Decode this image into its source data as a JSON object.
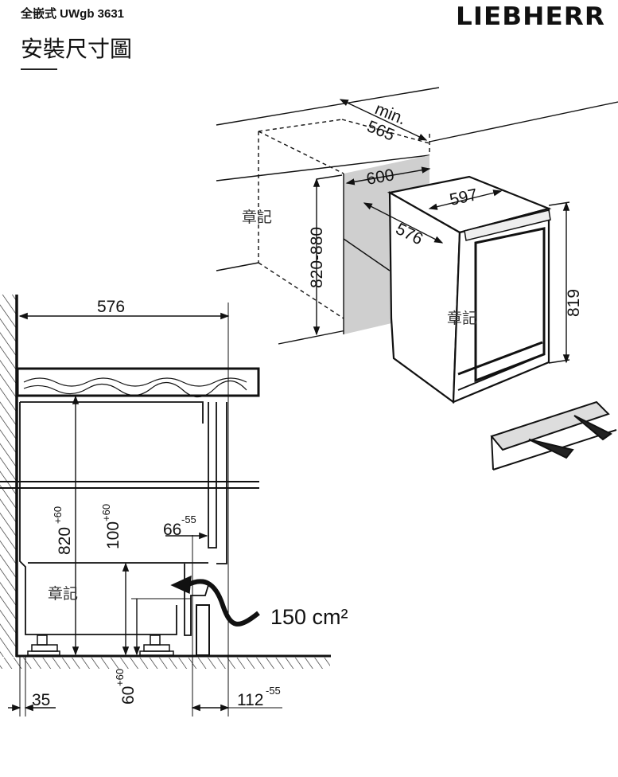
{
  "header": {
    "model": "全嵌式 UWgb 3631",
    "brand": "LIEBHERR",
    "title": "安裝尺寸圖"
  },
  "top_view": {
    "min_label": "min.",
    "depth_min": "565",
    "niche_width": "600",
    "appliance_width": "597",
    "appliance_depth": "576",
    "niche_height": "820-880",
    "appliance_height": "819",
    "watermark_left": "章記",
    "watermark_right": "章記"
  },
  "side_view": {
    "countertop_depth": "576",
    "niche_height": "820",
    "niche_height_tol": "+60",
    "plinth_height": "100",
    "plinth_height_tol": "+60",
    "plinth_recess": "66",
    "plinth_recess_tol": "-55",
    "vent_area": "150 cm²",
    "wall_gap": "35",
    "foot_height": "60",
    "foot_height_tol": "+60",
    "front_offset": "112",
    "front_offset_tol": "-55",
    "watermark": "章記"
  }
}
